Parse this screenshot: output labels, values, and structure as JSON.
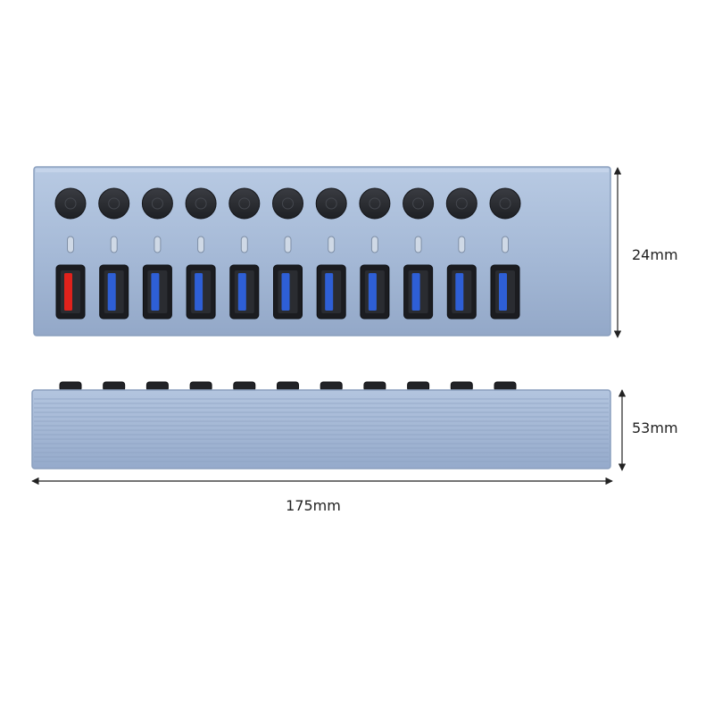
{
  "dimensions": {
    "depth_label": "24mm",
    "height_label": "53mm",
    "length_label": "175mm"
  },
  "hub": {
    "port_count": 11,
    "ports": [
      "red",
      "blue",
      "blue",
      "blue",
      "blue",
      "blue",
      "blue",
      "blue",
      "blue",
      "blue",
      "blue"
    ],
    "colors": {
      "body": "#a9bdd9",
      "body_edge": "#8ea3c2",
      "button": "#2b2d31",
      "port_usb3": "#2e5fd6",
      "port_charge": "#e0221c",
      "port_frame": "#1b1c20",
      "dimension_line": "#222222"
    }
  }
}
